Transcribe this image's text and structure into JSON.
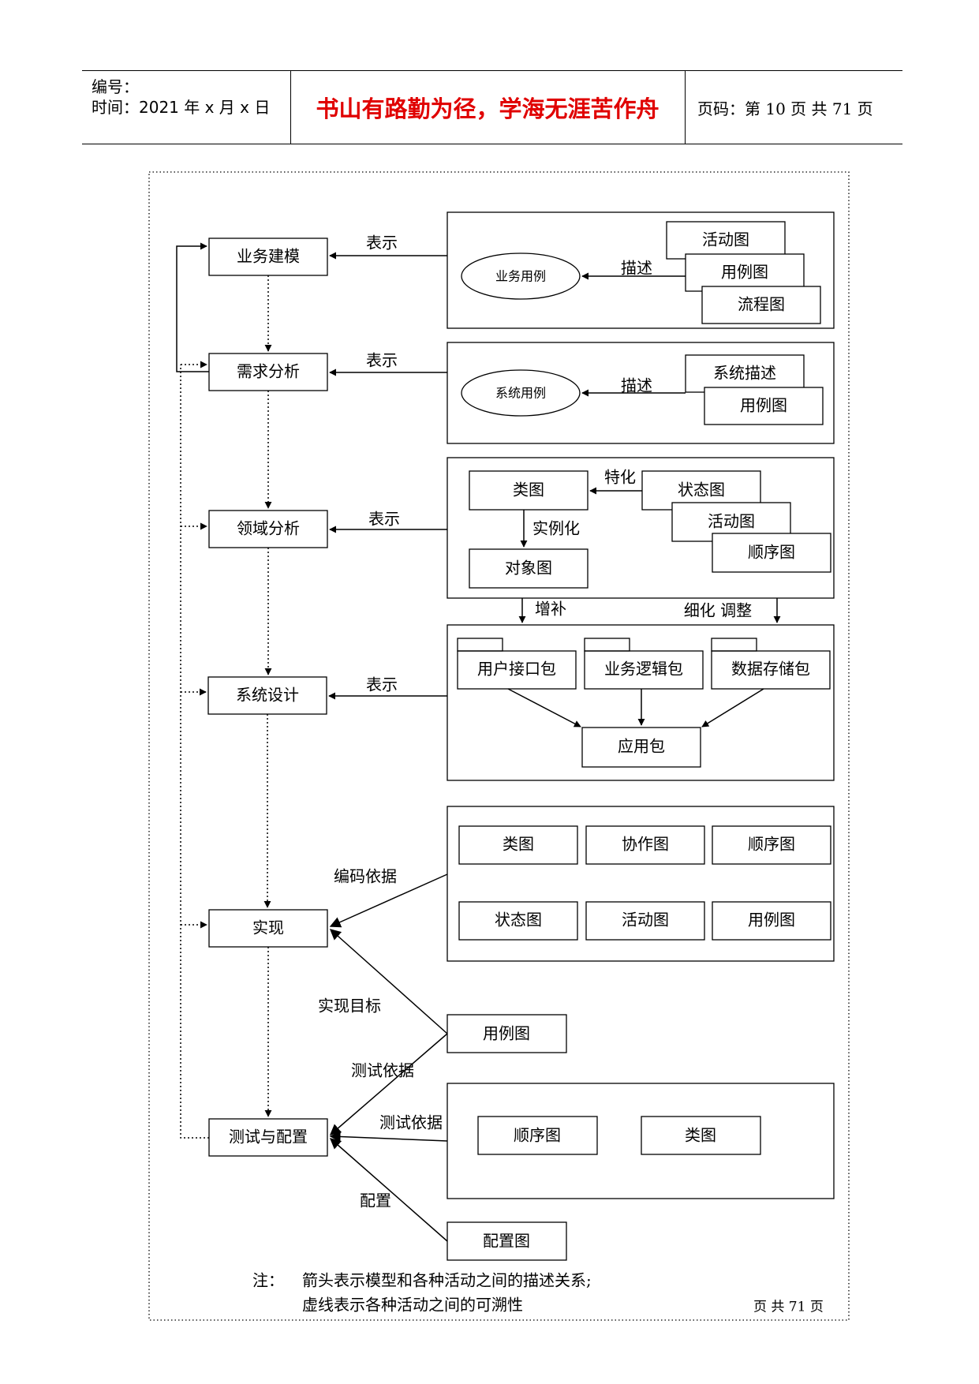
{
  "header": {
    "number_label": "编号：",
    "time_label": "时间：2021 年 x 月 x 日",
    "motto": "书山有路勤为径，学海无涯苦作舟",
    "page_label": "页码：第 10 页  共 71 页"
  },
  "diagram": {
    "stages": {
      "business_modeling": "业务建模",
      "requirements_analysis": "需求分析",
      "domain_analysis": "领域分析",
      "system_design": "系统设计",
      "implementation": "实现",
      "testing_config": "测试与配置"
    },
    "business_group": {
      "ellipse": "业务用例",
      "describe": "描述",
      "docs": [
        "活动图",
        "用例图",
        "流程图"
      ],
      "represent": "表示"
    },
    "requirements_group": {
      "ellipse": "系统用例",
      "describe": "描述",
      "docs": [
        "系统描述",
        "用例图"
      ],
      "represent": "表示"
    },
    "domain_group": {
      "class_diagram": "类图",
      "object_diagram": "对象图",
      "specialize": "特化",
      "instantiate": "实例化",
      "docs": [
        "状态图",
        "活动图",
        "顺序图"
      ],
      "represent": "表示",
      "supplement": "增补",
      "refine_adjust": "细化  调整"
    },
    "design_group": {
      "packages": [
        "用户接口包",
        "业务逻辑包",
        "数据存储包"
      ],
      "application_package": "应用包",
      "represent": "表示"
    },
    "implementation_group": {
      "diagrams": [
        "类图",
        "协作图",
        "顺序图",
        "状态图",
        "活动图",
        "用例图"
      ],
      "coding_basis": "编码依据"
    },
    "implementation_target": "实现目标",
    "usecase_box": "用例图",
    "test_basis_1": "测试依据",
    "test_basis_2": "测试依据",
    "test_group": {
      "diagrams": [
        "顺序图",
        "类图"
      ]
    },
    "config_label": "配置",
    "config_box": "配置图",
    "note": {
      "label": "注：",
      "line1": "箭头表示模型和各种活动之间的描述关系;",
      "line2": "虚线表示各种活动之间的可溯性"
    },
    "footer_page": "页 共 71 页"
  }
}
